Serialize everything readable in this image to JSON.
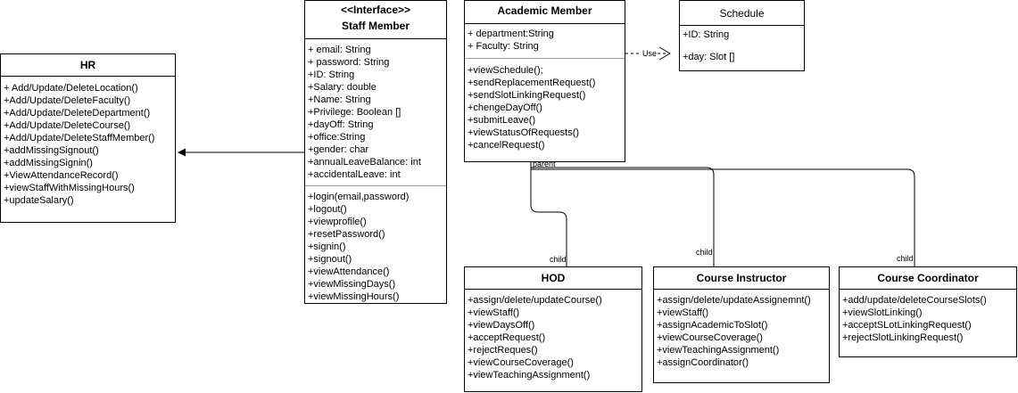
{
  "diagram": {
    "classes": {
      "hr": {
        "title": "HR",
        "methods": [
          "+ Add/Update/DeleteLocation()",
          "+Add/Update/DeleteFaculty()",
          "+Add/Update/DeleteDepartment()",
          "+Add/Update/DeleteCourse()",
          "+Add/Update/DeleteStaffMember()",
          "+addMissingSignout()",
          "+addMissingSignin()",
          "+ViewAttendanceRecord()",
          "+viewStaffWithMissingHours()",
          "+updateSalary()"
        ]
      },
      "staff": {
        "stereotype": "<<Interface>>",
        "title": "Staff Member",
        "attributes": [
          "+ email: String",
          "+ password: String",
          "+ID: String",
          "+Salary: double",
          "+Name: String",
          "+Privilege: Boolean []",
          "+dayOff: String",
          "+office:String",
          "+gender: char",
          "+annualLeaveBalance: int",
          "+accidentalLeave: int"
        ],
        "methods": [
          "+login(email,password)",
          "+logout()",
          "+viewprofile()",
          "+resetPassword()",
          "+signin()",
          "+signout()",
          "+viewAttendance()",
          "+viewMissingDays()",
          "+viewMissingHours()"
        ]
      },
      "academic": {
        "title": "Academic Member",
        "attributes": [
          "+ department:String",
          "+ Faculty: String"
        ],
        "methods": [
          "+viewSchedule();",
          "+sendReplacementRequest()",
          "+sendSlotLinkingRequest()",
          "+chengeDayOff()",
          "+submitLeave()",
          "+viewStatusOfRequests()",
          "+cancelRequest()"
        ]
      },
      "schedule": {
        "title": "Schedule",
        "attributes": [
          "+ID: String",
          "+day: Slot []"
        ]
      },
      "hod": {
        "title": "HOD",
        "methods": [
          "+assign/delete/updateCourse()",
          "+viewStaff()",
          "+viewDaysOff()",
          "+acceptRequest()",
          "+rejectReques()",
          "+viewCourseCoverage()",
          "+viewTeachingAssignment()"
        ]
      },
      "instructor": {
        "title": "Course Instructor",
        "methods": [
          "+assign/delete/updateAssignemnt()",
          "+viewStaff()",
          "+assignAcademicToSlot()",
          "+viewCourseCoverage()",
          "+viewTeachingAssignment()",
          "+assignCoordinator()"
        ]
      },
      "coordinator": {
        "title": "Course Coordinator",
        "methods": [
          "+add/update/deleteCourseSlots()",
          "+viewSlotLinking()",
          "+acceptSLotLinkingRequest()",
          "+rejectSlotLinkingRequest()"
        ]
      }
    },
    "labels": {
      "use": "Use",
      "parent": "parent",
      "child": "child"
    }
  }
}
